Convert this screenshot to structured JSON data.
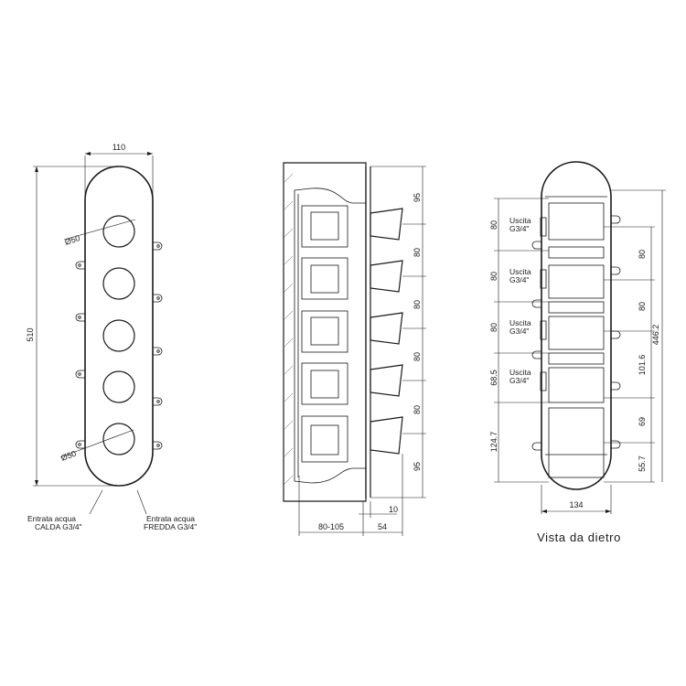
{
  "front_view": {
    "width_dim": "110",
    "height_dim": "510",
    "diam_top": "Ø50",
    "diam_bottom": "Ø50",
    "inlet_hot": [
      "Entrata acqua",
      "CALDA  G3/4\""
    ],
    "inlet_cold": [
      "Entrata acqua",
      "FREDDA  G3/4\""
    ]
  },
  "side_view": {
    "pitch_dims": [
      "95",
      "80",
      "80",
      "80",
      "80",
      "95"
    ],
    "depth_dim": "80-105",
    "knob_dim": "54",
    "plate_dim": "10"
  },
  "back_view": {
    "outlet_label": [
      "Uscita",
      "G3/4\""
    ],
    "left_dims": [
      "80",
      "80",
      "80",
      "68.5",
      "124.7"
    ],
    "right_dims": [
      "80",
      "80",
      "101.6",
      "69",
      "55.7"
    ],
    "total_dim": "446.2",
    "width_dim": "134",
    "caption": "Vista  da  dietro"
  }
}
